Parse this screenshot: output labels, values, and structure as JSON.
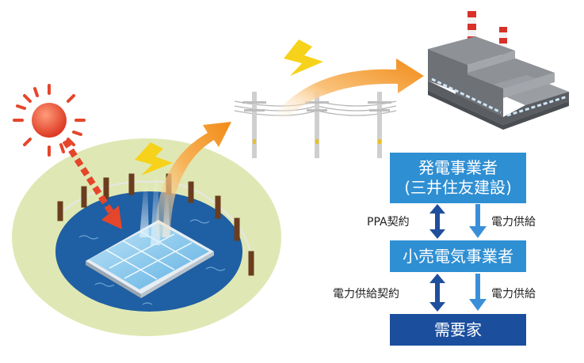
{
  "flow": {
    "generator": {
      "line1": "発電事業者",
      "line2": "(三井住友建設)"
    },
    "retailer": "小売電気事業者",
    "consumer": "需要家",
    "contracts": {
      "ppa": "PPA契約",
      "supply_contract": "電力供給契約",
      "supply_upper": "電力供給",
      "supply_lower": "電力供給"
    }
  },
  "colors": {
    "box_light": "#2f8fd3",
    "box_dark": "#1b4f9e",
    "arrow_dark": "#1f4f9c",
    "arrow_light": "#3b8fd8",
    "sun": "#e5462b",
    "power_arrow": "#f39a2a",
    "lightning": "#f6d21a",
    "pond": "#1f5fa3",
    "grass": "#dfe8b4"
  },
  "icons": [
    "sun-icon",
    "lightning-icon",
    "solar-panel-icon",
    "factory-icon",
    "utility-pole-icon",
    "power-arrow-icon"
  ]
}
